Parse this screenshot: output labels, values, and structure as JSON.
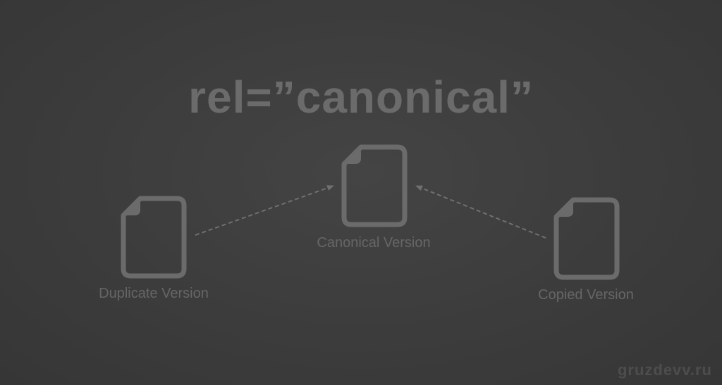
{
  "heading": {
    "text": "rel=”canonical”"
  },
  "nodes": {
    "canonical": {
      "label": "Canonical Version",
      "icon": "document-icon"
    },
    "duplicate": {
      "label": "Duplicate Version",
      "icon": "document-icon"
    },
    "copied": {
      "label": "Copied Version",
      "icon": "document-icon"
    }
  },
  "edges": [
    {
      "from": "duplicate",
      "to": "canonical",
      "style": "dashed-arrow"
    },
    {
      "from": "copied",
      "to": "canonical",
      "style": "dashed-arrow"
    }
  ],
  "watermark": {
    "text": "gruzdevv.ru"
  },
  "colors": {
    "background": "#3d3d3d",
    "foreground": "#6b6b6b"
  }
}
